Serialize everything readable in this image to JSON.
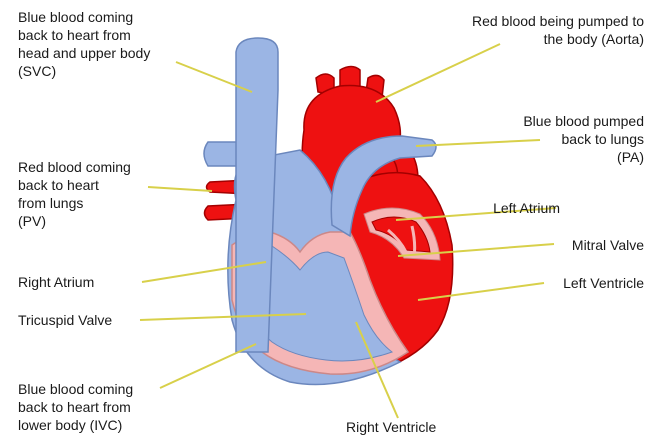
{
  "colors": {
    "blue": "#9bb5e4",
    "blue_outline": "#6b87bd",
    "red": "#ee1111",
    "red_outline": "#a30000",
    "pink": "#f5b6b6",
    "leader": "#d8d04a"
  },
  "labels": {
    "svc": "Blue blood coming\nback to heart from\nhead and upper body\n(SVC)",
    "pv": "Red blood coming\nback to heart\nfrom lungs\n(PV)",
    "right_atrium": "Right Atrium",
    "tricuspid": "Tricuspid Valve",
    "ivc": "Blue blood coming\nback to heart from\nlower body (IVC)",
    "aorta": "Red blood being pumped to\nthe body (Aorta)",
    "pa": "Blue blood pumped\nback to lungs\n(PA)",
    "left_atrium": "Left Atrium",
    "mitral": "Mitral Valve",
    "left_ventricle": "Left Ventricle",
    "right_ventricle": "Right Ventricle"
  }
}
